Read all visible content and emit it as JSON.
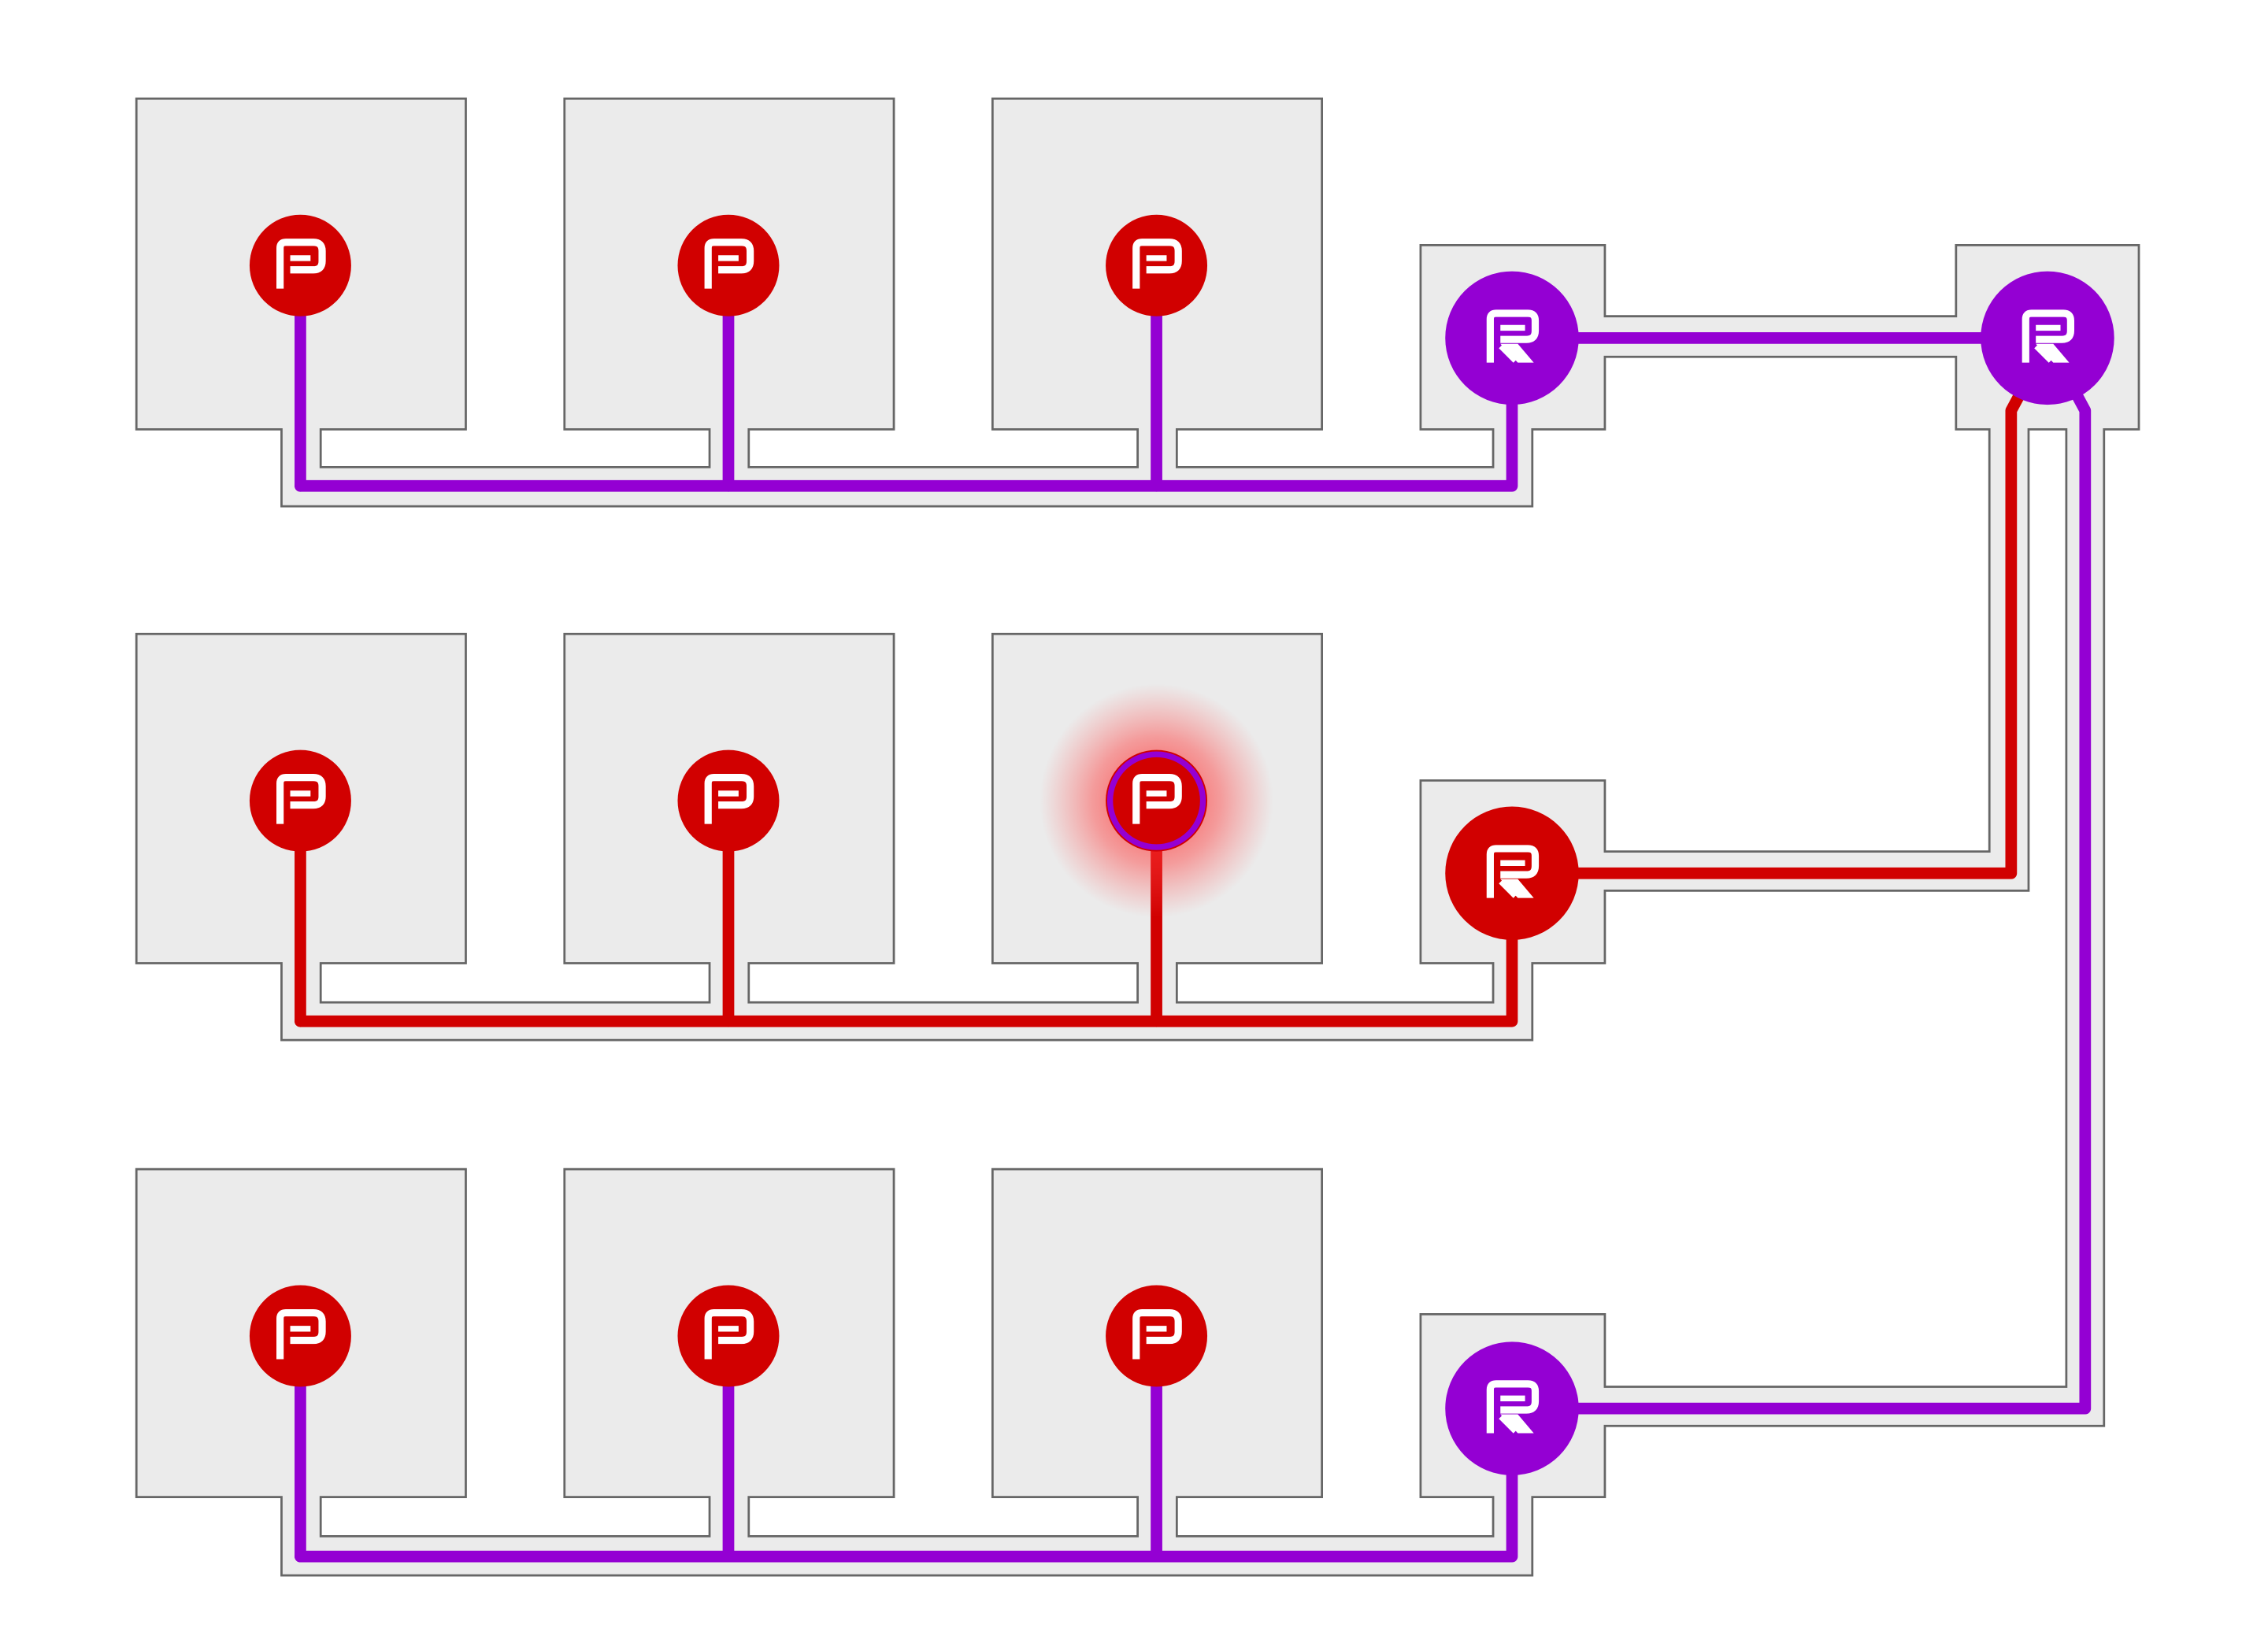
{
  "colors": {
    "background": "#ffffff",
    "room_fill": "#ebebeb",
    "room_stroke": "#666666",
    "red": "#d10000",
    "purple": "#9400d3",
    "glyph": "#ffffff",
    "glow": "#ff3333"
  },
  "groups": [
    {
      "id": "top",
      "router": {
        "label": "R",
        "color": "purple"
      },
      "nodes": [
        {
          "label": "P",
          "color": "red",
          "link": "purple"
        },
        {
          "label": "P",
          "color": "red",
          "link": "purple"
        },
        {
          "label": "P",
          "color": "red",
          "link": "purple"
        }
      ],
      "bus_color": "purple",
      "uplink_color": "purple"
    },
    {
      "id": "middle",
      "router": {
        "label": "R",
        "color": "red"
      },
      "nodes": [
        {
          "label": "P",
          "color": "red",
          "link": "red"
        },
        {
          "label": "P",
          "color": "red",
          "link": "red"
        },
        {
          "label": "P",
          "color": "red",
          "link": "red",
          "highlighted": true,
          "ring": "purple"
        }
      ],
      "bus_color": "red",
      "uplink_color": "red"
    },
    {
      "id": "bottom",
      "router": {
        "label": "R",
        "color": "purple"
      },
      "nodes": [
        {
          "label": "P",
          "color": "red",
          "link": "purple"
        },
        {
          "label": "P",
          "color": "red",
          "link": "purple"
        },
        {
          "label": "P",
          "color": "red",
          "link": "purple"
        }
      ],
      "bus_color": "purple",
      "uplink_color": "purple"
    }
  ],
  "core_router": {
    "label": "R",
    "color": "purple"
  }
}
